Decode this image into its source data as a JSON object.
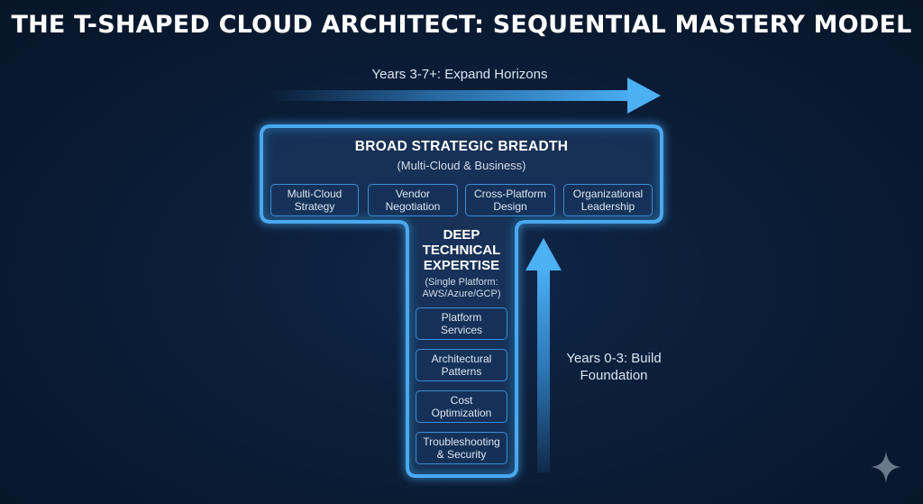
{
  "title": "THE T-SHAPED CLOUD ARCHITECT: SEQUENTIAL MASTERY MODEL",
  "top_arrow_label": "Years 3-7+: Expand Horizons",
  "side_arrow_label": "Years 0-3: Build Foundation",
  "breadth": {
    "heading": "BROAD STRATEGIC BREADTH",
    "subheading": "(Multi-Cloud & Business)",
    "items": [
      "Multi-Cloud Strategy",
      "Vendor Negotiation",
      "Cross-Platform Design",
      "Organizational Leadership"
    ]
  },
  "depth": {
    "heading": "DEEP TECHNICAL EXPERTISE",
    "subheading": "(Single Platform: AWS/Azure/GCP)",
    "items": [
      "Platform Services",
      "Architectural Patterns",
      "Cost Optimization",
      "Troubleshooting & Security"
    ]
  },
  "colors": {
    "background": "#0b1d38",
    "accent": "#4aa8f0",
    "glow": "#2f8de0"
  },
  "icons": {
    "corner": "sparkle-icon"
  }
}
